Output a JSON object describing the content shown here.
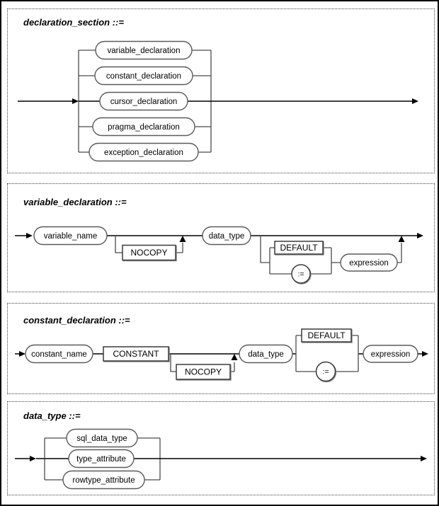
{
  "colors": {
    "background": "#ffffff",
    "line": "#000000",
    "shape_stroke": "#5a5a5a",
    "shadow": "#8a8a8a"
  },
  "diagrams": [
    {
      "title": "declaration_section ::=",
      "type": "choice",
      "options": [
        "variable_declaration",
        "constant_declaration",
        "cursor_declaration",
        "pragma_declaration",
        "exception_declaration"
      ]
    },
    {
      "title": "variable_declaration ::=",
      "nodes": {
        "variable_name": "variable_name",
        "nocopy": "NOCOPY",
        "data_type": "data_type",
        "default_kw": "DEFAULT",
        "assign_op": ":=",
        "expression": "expression"
      }
    },
    {
      "title": "constant_declaration ::=",
      "nodes": {
        "constant_name": "constant_name",
        "constant_kw": "CONSTANT",
        "nocopy": "NOCOPY",
        "data_type": "data_type",
        "default_kw": "DEFAULT",
        "assign_op": ":=",
        "expression": "expression"
      }
    },
    {
      "title": "data_type ::=",
      "type": "choice",
      "options": [
        "sql_data_type",
        "type_attribute",
        "rowtype_attribute"
      ]
    }
  ]
}
